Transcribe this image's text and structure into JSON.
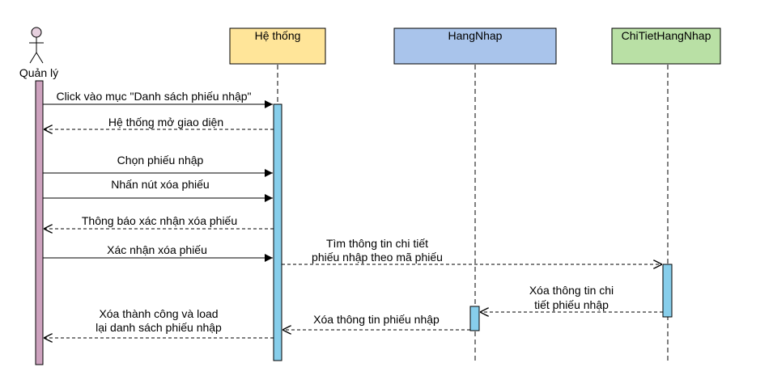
{
  "actor": {
    "name": "Quản lý",
    "color": "#e6d0de",
    "stroke": "#000000"
  },
  "participants": [
    {
      "name": "Hệ thống",
      "fill": "#ffe599",
      "stroke": "#000000"
    },
    {
      "name": "HangNhap",
      "fill": "#a9c4eb",
      "stroke": "#000000"
    },
    {
      "name": "ChiTietHangNhap",
      "fill": "#b9e0a5",
      "stroke": "#000000"
    }
  ],
  "activation_colors": {
    "actor": "#cda2be",
    "system": "#87ceeb"
  },
  "messages": [
    {
      "text_lines": [
        "Click vào mục \"Danh sách phiếu nhập\""
      ],
      "style": "solid"
    },
    {
      "text_lines": [
        "Hệ thống mở giao diện"
      ],
      "style": "dashed"
    },
    {
      "text_lines": [
        "Chọn phiếu nhập"
      ],
      "style": "solid"
    },
    {
      "text_lines": [
        "Nhấn nút xóa phiếu"
      ],
      "style": "solid"
    },
    {
      "text_lines": [
        "Thông báo xác nhận xóa phiếu"
      ],
      "style": "dashed"
    },
    {
      "text_lines": [
        "Xác nhận xóa phiếu"
      ],
      "style": "solid"
    },
    {
      "text_lines": [
        "Tìm thông tin chi tiết",
        "phiếu nhập theo mã phiếu"
      ],
      "style": "dashed"
    },
    {
      "text_lines": [
        "Xóa thông tin chi",
        "tiết phiếu nhập"
      ],
      "style": "dashed"
    },
    {
      "text_lines": [
        "Xóa thông tin phiếu nhập"
      ],
      "style": "dashed"
    },
    {
      "text_lines": [
        "Xóa thành công và load",
        "lại danh sách phiếu nhập"
      ],
      "style": "dashed"
    }
  ]
}
